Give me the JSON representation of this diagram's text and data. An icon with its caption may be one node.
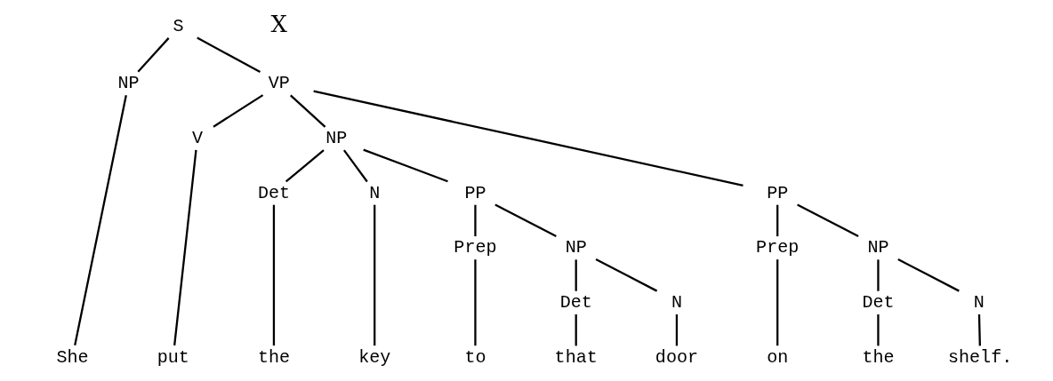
{
  "diagram": {
    "nodes": [
      {
        "text": [
          "S"
        ]
      },
      {
        "text": [
          "NP"
        ]
      },
      {
        "text": [
          "VP"
        ]
      },
      {
        "text": [
          "V"
        ]
      },
      {
        "text": [
          "NP"
        ]
      },
      {
        "text": [
          "PP"
        ]
      },
      {
        "text": [
          "Det"
        ]
      },
      {
        "text": [
          "N"
        ]
      },
      {
        "text": [
          "PP"
        ]
      },
      {
        "text": [
          "Prep"
        ]
      },
      {
        "text": [
          "NP"
        ]
      },
      {
        "text": [
          "Prep"
        ]
      },
      {
        "text": [
          "NP"
        ]
      },
      {
        "text": [
          "Det"
        ]
      },
      {
        "text": [
          "N"
        ]
      },
      {
        "text": [
          "Det"
        ]
      },
      {
        "text": [
          "N"
        ]
      },
      {
        "text": [
          "She"
        ]
      },
      {
        "text": [
          "put"
        ]
      },
      {
        "text": [
          "the"
        ]
      },
      {
        "text": [
          "key"
        ]
      },
      {
        "text": [
          "to"
        ]
      },
      {
        "text": [
          "that"
        ]
      },
      {
        "text": [
          "door"
        ]
      },
      {
        "text": [
          "on"
        ]
      },
      {
        "text": [
          "the"
        ]
      },
      {
        "text": [
          "shelf."
        ]
      }
    ],
    "edges": [
      {
        "from": 0,
        "to": 1,
        "arrow": "none"
      },
      {
        "from": 0,
        "to": 2,
        "arrow": "none"
      },
      {
        "from": 1,
        "to": 17,
        "arrow": "none"
      },
      {
        "from": 2,
        "to": 3,
        "arrow": "none"
      },
      {
        "from": 2,
        "to": 4,
        "arrow": "none"
      },
      {
        "from": 2,
        "to": 5,
        "arrow": "none"
      },
      {
        "from": 3,
        "to": 18,
        "arrow": "none"
      },
      {
        "from": 4,
        "to": 6,
        "arrow": "none"
      },
      {
        "from": 4,
        "to": 7,
        "arrow": "none"
      },
      {
        "from": 4,
        "to": 8,
        "arrow": "none"
      },
      {
        "from": 6,
        "to": 19,
        "arrow": "none"
      },
      {
        "from": 7,
        "to": 20,
        "arrow": "none"
      },
      {
        "from": 8,
        "to": 11,
        "arrow": "none"
      },
      {
        "from": 8,
        "to": 12,
        "arrow": "none"
      },
      {
        "from": 11,
        "to": 21,
        "arrow": "none"
      },
      {
        "from": 12,
        "to": 15,
        "arrow": "none"
      },
      {
        "from": 12,
        "to": 16,
        "arrow": "none"
      },
      {
        "from": 15,
        "to": 22,
        "arrow": "none"
      },
      {
        "from": 16,
        "to": 23,
        "arrow": "none"
      },
      {
        "from": 5,
        "to": 9,
        "arrow": "none"
      },
      {
        "from": 5,
        "to": 10,
        "arrow": "none"
      },
      {
        "from": 9,
        "to": 24,
        "arrow": "none"
      },
      {
        "from": 10,
        "to": 13,
        "arrow": "none"
      },
      {
        "from": 10,
        "to": 14,
        "arrow": "none"
      },
      {
        "from": 13,
        "to": 25,
        "arrow": "none"
      },
      {
        "from": 14,
        "to": 26,
        "arrow": "none"
      }
    ],
    "labels": [
      "X"
    ]
  }
}
